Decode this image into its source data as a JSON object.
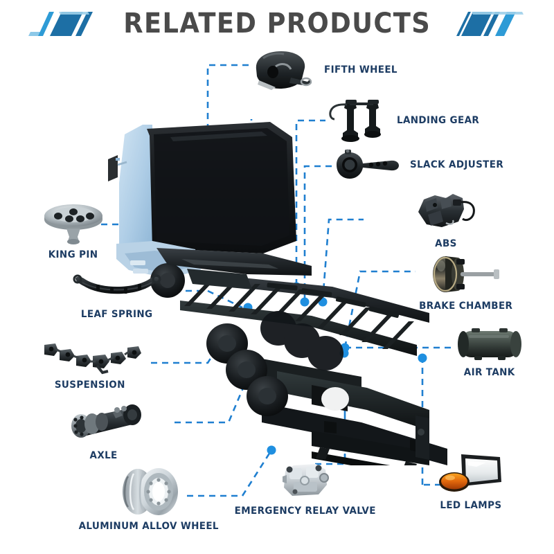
{
  "header": {
    "title": "RELATED PRODUCTS",
    "title_color": "#4a4a4a",
    "deco_left_name": "header-decoration-left",
    "deco_right_name": "header-decoration-right",
    "accent_blue": "#1f77b4",
    "accent_blue_light": "#2e9bd6"
  },
  "theme": {
    "label_color": "#1d3c63",
    "line_color": "#1f7fd0",
    "dot_color": "#1f8fe0",
    "background": "#ffffff"
  },
  "diagram": {
    "subject_name": "semi-truck-trailer-chassis",
    "subject_description": "Truck tractor cab with skeletal container trailer chassis"
  },
  "parts": [
    {
      "id": "fifth-wheel",
      "label": "FIFTH WHEEL",
      "label_pos": "right"
    },
    {
      "id": "landing-gear",
      "label": "LANDING GEAR",
      "label_pos": "right"
    },
    {
      "id": "slack-adjuster",
      "label": "SLACK ADJUSTER",
      "label_pos": "right"
    },
    {
      "id": "abs",
      "label": "ABS",
      "label_pos": "below"
    },
    {
      "id": "brake-chamber",
      "label": "BRAKE CHAMBER",
      "label_pos": "below"
    },
    {
      "id": "air-tank",
      "label": "AIR TANK",
      "label_pos": "below"
    },
    {
      "id": "led-lamps",
      "label": "LED LAMPS",
      "label_pos": "below"
    },
    {
      "id": "king-pin",
      "label": "KING PIN",
      "label_pos": "below"
    },
    {
      "id": "leaf-spring",
      "label": "LEAF SPRING",
      "label_pos": "below"
    },
    {
      "id": "suspension",
      "label": "SUSPENSION",
      "label_pos": "below"
    },
    {
      "id": "axle",
      "label": "AXLE",
      "label_pos": "below"
    },
    {
      "id": "aluminum-alloy-wheel",
      "label": "ALUMINUM ALLOV WHEEL",
      "label_pos": "below"
    },
    {
      "id": "emergency-relay-valve",
      "label": "EMERGENCY RELAY VALVE",
      "label_pos": "below"
    }
  ],
  "labels": {
    "fifth_wheel": "FIFTH WHEEL",
    "landing_gear": "LANDING GEAR",
    "slack_adjuster": "SLACK ADJUSTER",
    "abs": "ABS",
    "brake_chamber": "BRAKE CHAMBER",
    "air_tank": "AIR TANK",
    "led_lamps": "LED LAMPS",
    "king_pin": "KING PIN",
    "leaf_spring": "LEAF SPRING",
    "suspension": "SUSPENSION",
    "axle": "AXLE",
    "aluminum_alloy_wheel": "ALUMINUM ALLOV WHEEL",
    "emergency_relay_valve": "EMERGENCY RELAY VALVE"
  }
}
